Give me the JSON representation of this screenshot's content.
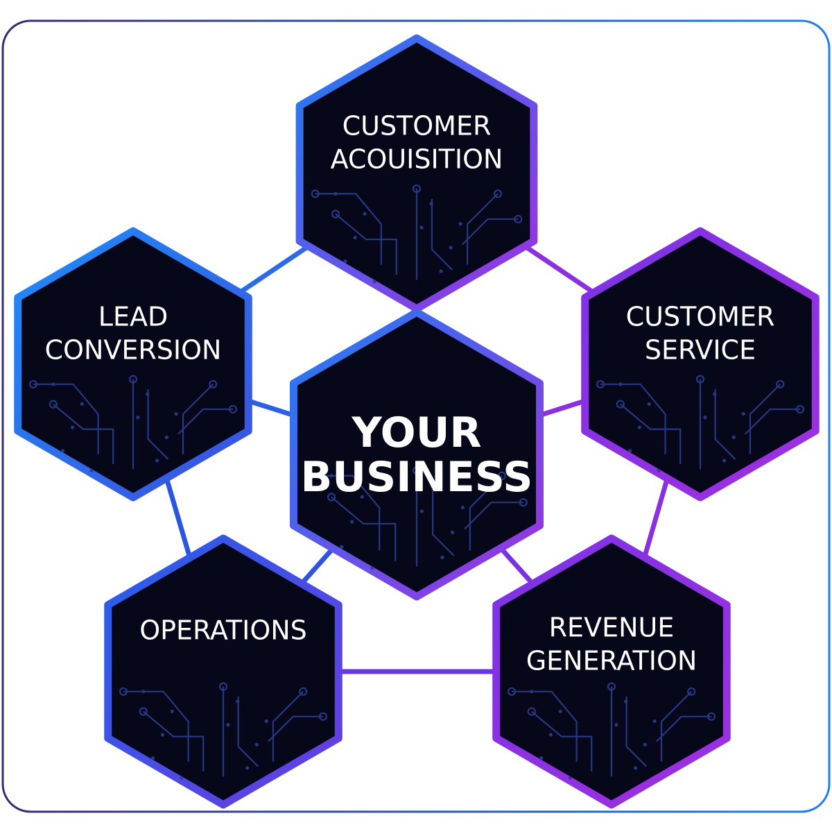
{
  "diagram": {
    "colors": {
      "blue": "#1f7ef0",
      "violet": "#5b3bd9",
      "purple": "#9f2fe0",
      "hex_fill": "#07071a",
      "circuit": "#2a3e8f"
    },
    "center": {
      "id": "your-business",
      "lines": [
        "YOUR",
        "BUSINESS"
      ]
    },
    "nodes": [
      {
        "id": "customer-acquisition",
        "lines": [
          "CUSTOMER",
          "ACOUISITION"
        ]
      },
      {
        "id": "lead-conversion",
        "lines": [
          "LEAD",
          "CONVERSION"
        ]
      },
      {
        "id": "customer-service",
        "lines": [
          "CUSTOMER",
          "SERVICE"
        ]
      },
      {
        "id": "operations",
        "lines": [
          "OPERATIONS"
        ]
      },
      {
        "id": "revenue-generation",
        "lines": [
          "REVENUE",
          "GENERATION"
        ]
      }
    ]
  }
}
